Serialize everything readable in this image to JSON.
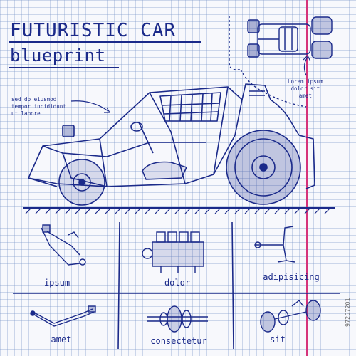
{
  "title": "FUTURISTIC CAR",
  "subtitle": "blueprint",
  "notes": {
    "left": "sed do eiusmod\ntempor incididunt\nut labore",
    "right": "Lorem ipsum\ndolor sit\namet"
  },
  "parts": [
    {
      "label": "ipsum",
      "icon": "suspension-arm-icon"
    },
    {
      "label": "dolor",
      "icon": "engine-icon"
    },
    {
      "label": "adipisicing",
      "icon": "bracket-icon"
    },
    {
      "label": "amet",
      "icon": "lever-icon"
    },
    {
      "label": "consectetur",
      "icon": "gear-assembly-icon"
    },
    {
      "label": "sit",
      "icon": "axle-wheels-icon"
    }
  ],
  "stock_id": "97257201",
  "colors": {
    "ink": "#1b2a8a",
    "margin": "#d6337a",
    "grid": "#9fb3d9",
    "paper": "#f7f8fc"
  }
}
